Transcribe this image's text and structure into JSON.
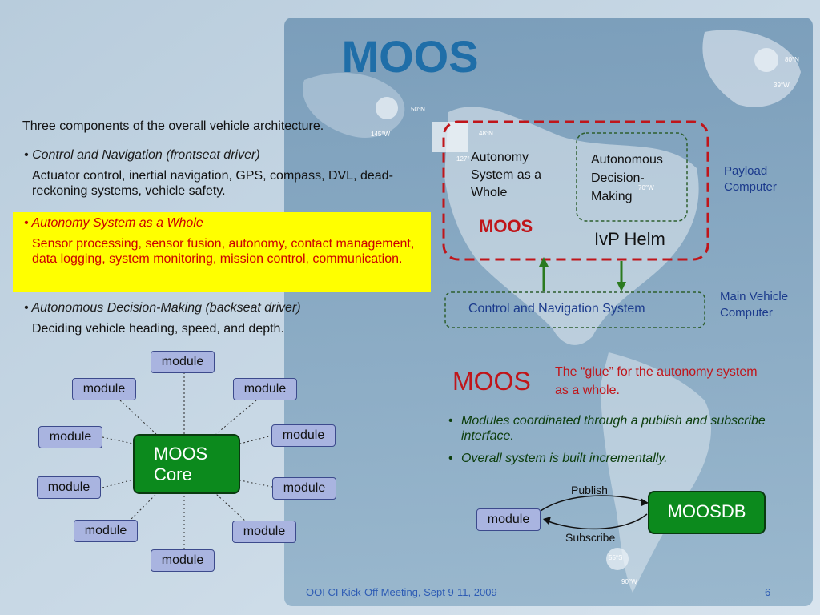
{
  "slide": {
    "title": "MOOS",
    "intro": "Three components of the overall vehicle architecture.",
    "bullets": [
      {
        "heading": "Control and Navigation (frontseat driver)",
        "text": "Actuator control, inertial navigation, GPS, compass, DVL, dead-reckoning systems, vehicle safety."
      },
      {
        "heading": "Autonomy System as a Whole",
        "text": "Sensor processing, sensor fusion, autonomy, contact management, data logging, system monitoring, mission control, communication."
      },
      {
        "heading": "Autonomous Decision-Making (backseat driver)",
        "text": "Deciding vehicle heading, speed, and depth."
      }
    ],
    "bullet_marker": "•",
    "highlight_color": "#ffff00"
  },
  "architecture": {
    "autonomy_label": "Autonomy System as a Whole",
    "decision_label": "Autonomous Decision-Making",
    "moos_label": "MOOS",
    "helm_label": "IvP Helm",
    "payload_label": "Payload Computer",
    "control_nav_label": "Control and Navigation System",
    "main_vehicle_label": "Main Vehicle Computer"
  },
  "hub": {
    "core_label": "MOOS Core",
    "module_label": "module",
    "module_count": 10
  },
  "glue": {
    "moos_word": "MOOS",
    "description": "The “glue” for the autonomy system as a whole.",
    "bullets": [
      "Modules coordinated through a publish and subscribe interface.",
      "Overall system is built incrementally."
    ]
  },
  "pubsub": {
    "module_label": "module",
    "publish_label": "Publish",
    "subscribe_label": "Subscribe",
    "db_label": "MOOSDB"
  },
  "map_labels": [
    "50°N",
    "145°W",
    "48°N",
    "127°",
    "80°N",
    "39°W",
    "70°W",
    "55°S",
    "90°W"
  ],
  "footer": {
    "event": "OOI CI Kick-Off Meeting, Sept 9-11, 2009",
    "page": "6"
  },
  "colors": {
    "title_blue": "#1f6ea8",
    "core_green": "#0c8a1d",
    "dashed_red": "#c0151a",
    "dashed_green": "#2e5f2e",
    "arrow_green": "#2b7a1f",
    "module_fill": "#a9b4e0"
  }
}
